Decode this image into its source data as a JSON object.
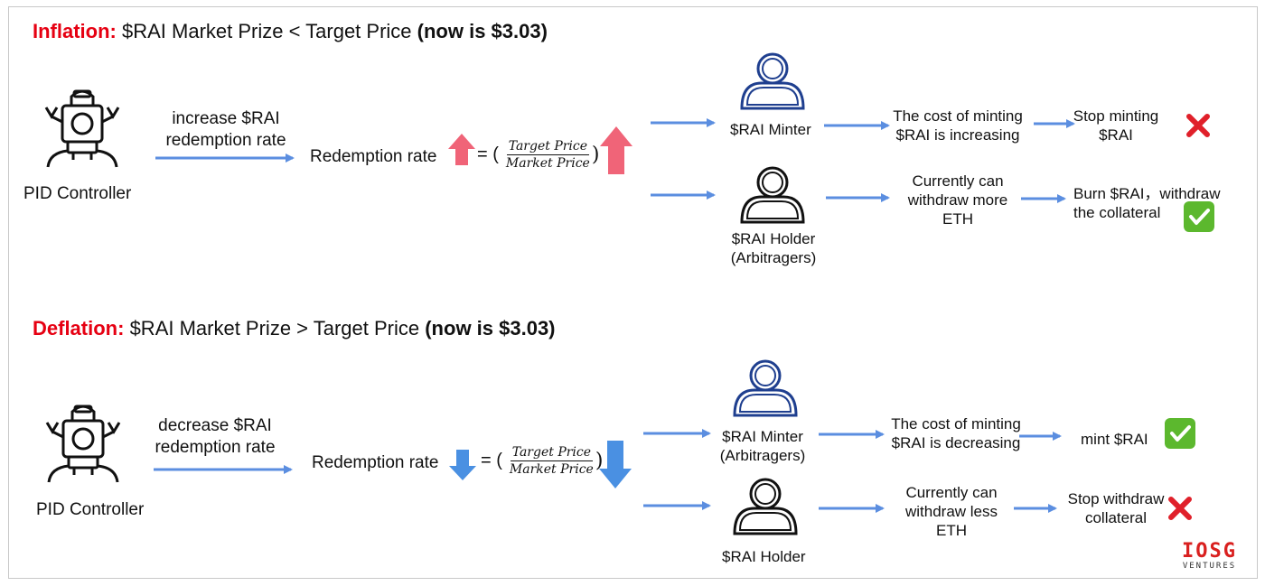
{
  "inflation": {
    "title_label": "Inflation:",
    "title_text": " $RAI Market Prize < Target Price ",
    "title_bold": "(now is $3.03)",
    "controller_label": "PID Controller",
    "action_line1": "increase $RAI",
    "action_line2": "redemption rate",
    "redemption_label": "Redemption rate",
    "equals": "= (",
    "close_paren": ")",
    "numerator": "Target Price",
    "denominator": "Market Price",
    "minter_label": "$RAI Minter",
    "holder_label_1": "$RAI Holder",
    "holder_label_2": "(Arbitragers)",
    "minter_effect_1": "The cost of minting",
    "minter_effect_2": "$RAI is increasing",
    "minter_result_1": "Stop minting",
    "minter_result_2": "$RAI",
    "holder_effect_1": "Currently can",
    "holder_effect_2": "withdraw more",
    "holder_effect_3": "ETH",
    "holder_result_1": "Burn $RAI，withdraw",
    "holder_result_2": "the collateral"
  },
  "deflation": {
    "title_label": "Deflation:",
    "title_text": " $RAI Market Prize  > Target Price ",
    "title_bold": "(now is $3.03)",
    "controller_label": "PID Controller",
    "action_line1": "decrease $RAI",
    "action_line2": "redemption rate",
    "redemption_label": "Redemption rate",
    "equals": "= (",
    "close_paren": ")",
    "numerator": "Target Price",
    "denominator": "Market Price",
    "minter_label_1": "$RAI Minter",
    "minter_label_2": "(Arbitragers)",
    "holder_label": "$RAI Holder",
    "minter_effect_1": "The cost of minting",
    "minter_effect_2": "$RAI is decreasing",
    "minter_result": "mint $RAI",
    "holder_effect_1": "Currently can",
    "holder_effect_2": "withdraw less",
    "holder_effect_3": "ETH",
    "holder_result_1": "Stop withdraw",
    "holder_result_2": "collateral"
  },
  "logo": {
    "mark": "IOSG",
    "sub": "VENTURES"
  },
  "colors": {
    "heading_red": "#e60012",
    "arrow_blue": "#5b8ee0",
    "up_arrow_pink": "#f06478",
    "down_arrow_blue": "#4a90e2",
    "minter_icon": "#1f3f8f",
    "check_green": "#5cb82e",
    "cross_red": "#e0202a"
  },
  "icons": [
    "robot-icon",
    "user-icon",
    "arrow-right-icon",
    "arrow-up-icon",
    "arrow-down-icon",
    "check-icon",
    "cross-icon"
  ]
}
